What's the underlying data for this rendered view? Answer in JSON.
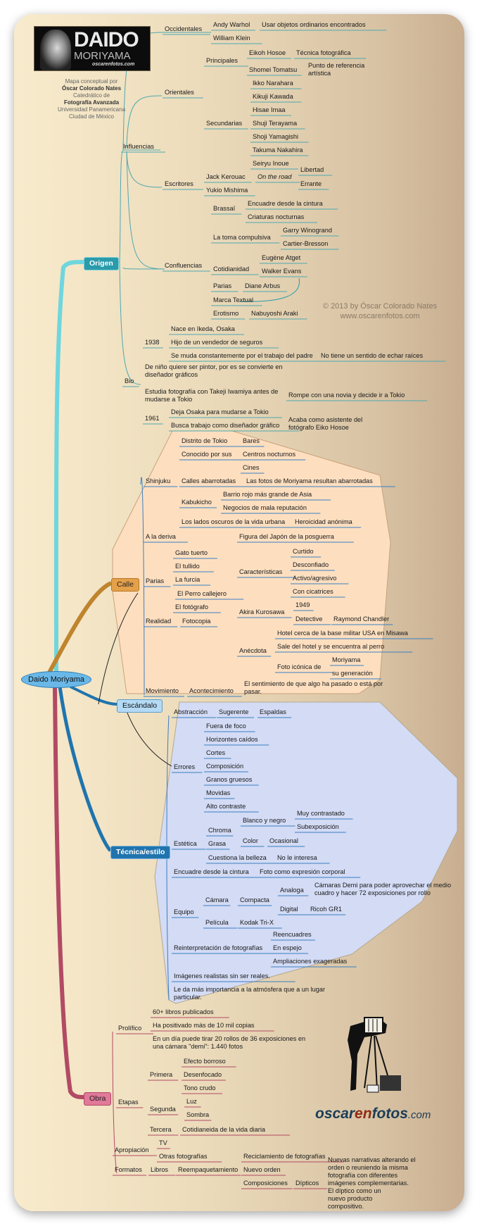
{
  "header": {
    "logo_title": "DAIDO",
    "logo_subtitle": "MORIYAMA",
    "logo_brand": "oscarenfotos.com",
    "credit_lines": [
      "Mapa conceptual por",
      "Óscar Colorado Nates",
      "Catedrático de",
      "Fotografía Avanzada",
      "Universidad Panamericana",
      "Ciudad de México"
    ]
  },
  "copyright": {
    "line1": "© 2013 by Óscar Colorado Nates",
    "line2": "www.oscarenfotos.com"
  },
  "brand": {
    "part1": "oscar",
    "part2": "en",
    "part3": "fotos",
    ".com": ".com",
    "suffix": ".com"
  },
  "colors": {
    "origen": "#2a9bab",
    "calle": "#e5a04a",
    "escandalo": "#a9d3f2",
    "tecnica": "#1f74ae",
    "obra": "#e0799a",
    "center": "#6ab8e8",
    "calle_region": "#fddfc0",
    "tecnica_region": "#d3dbf5",
    "origen_line": "#4bb0b8",
    "calle_line": "#3b7fc0",
    "obra_line": "#b24a64"
  },
  "center": {
    "label": "Daido Moriyama"
  },
  "branches": {
    "origen": "Origen",
    "calle": "Calle",
    "escandalo": "Escándalo",
    "tecnica": "Técnica/estilo",
    "obra": "Obra"
  },
  "labels": [
    [
      "Occidentales",
      234,
      36
    ],
    [
      "Andy Warhol",
      303,
      30
    ],
    [
      "Usar objetos ordinarios encontrados",
      372,
      30
    ],
    [
      "William Klein",
      303,
      49
    ],
    [
      "Principales",
      293,
      81
    ],
    [
      "Eikoh Hosoe",
      354,
      70
    ],
    [
      "Técnica fotográfica",
      421,
      70
    ],
    [
      "Shomei Tomatsu",
      354,
      94
    ],
    [
      "Orientales",
      234,
      126
    ],
    [
      "Ikko Narahara",
      359,
      113
    ],
    [
      "Kikuji Kawada",
      359,
      132
    ],
    [
      "Hisae Imaa",
      359,
      151
    ],
    [
      "Secundarias",
      293,
      170
    ],
    [
      "Shuji Terayama",
      359,
      170
    ],
    [
      "Shoji Yamagishi",
      359,
      189
    ],
    [
      "Takuma Nakahira",
      359,
      208
    ],
    [
      "Seiryu Inoue",
      359,
      227
    ],
    [
      "Influencias",
      175,
      203
    ],
    [
      "Libertad",
      427,
      236
    ],
    [
      "Jack Kerouac",
      293,
      246
    ],
    [
      "Errante",
      427,
      256
    ],
    [
      "Escritores",
      234,
      256
    ],
    [
      "Yukio Mishima",
      293,
      265
    ],
    [
      "Brassaï",
      303,
      291
    ],
    [
      "Encuadre desde la cintura",
      352,
      284
    ],
    [
      "Criaturas nocturnas",
      352,
      303
    ],
    [
      "La toma compulsiva",
      303,
      332
    ],
    [
      "Garry Winogrand",
      402,
      322
    ],
    [
      "Cartier-Bresson",
      402,
      341
    ],
    [
      "Confluencias",
      234,
      372
    ],
    [
      "Eugène Atget",
      372,
      361
    ],
    [
      "Cotidianidad",
      303,
      377
    ],
    [
      "Walker Evans",
      372,
      380
    ],
    [
      "Parias",
      303,
      401
    ],
    [
      "Diane Arbus",
      348,
      401
    ],
    [
      "Marca Textual",
      303,
      421
    ],
    [
      "Erotismo",
      303,
      440
    ],
    [
      "Nabuyoshi Araki",
      357,
      440
    ],
    [
      "Nace en Ikeda, Osaka",
      243,
      462
    ],
    [
      "1938",
      206,
      481
    ],
    [
      "Hijo de un vendedor de seguros",
      243,
      481
    ],
    [
      "Se muda constantemente por el trabajo del padre",
      243,
      500
    ],
    [
      "No tiene un sentido de echar raíces",
      456,
      500
    ],
    [
      "Bio",
      177,
      536
    ],
    [
      "Rompe con una novia y decide ir a Tokio",
      410,
      556
    ],
    [
      "1961",
      206,
      589
    ],
    [
      "Deja Osaka para mudarse a Tokio",
      243,
      580
    ],
    [
      "Busca trabajo como diseñador gráfico",
      243,
      599
    ],
    [
      "Distrito de Tokio",
      258,
      621
    ],
    [
      "Bares",
      345,
      621
    ],
    [
      "Conocido por sus",
      258,
      640
    ],
    [
      "Centros nocturnos",
      345,
      640
    ],
    [
      "Cines",
      345,
      659
    ],
    [
      "Shinjuku",
      207,
      678
    ],
    [
      "Calles abarrotadas",
      258,
      678
    ],
    [
      "Las fotos de Moriyama resultan abarrotadas",
      350,
      678
    ],
    [
      "Barrio rojo más grande de Asia",
      317,
      697
    ],
    [
      "Kabukicho",
      258,
      708
    ],
    [
      "Negocios de mala reputación",
      317,
      716
    ],
    [
      "Los lados oscuros de la vida urbana",
      258,
      736
    ],
    [
      "Heroicidad anónima",
      419,
      736
    ],
    [
      "A la deriva",
      207,
      757
    ],
    [
      "Figura del Japón de la posguerra",
      340,
      757
    ],
    [
      "Gato tuerto",
      249,
      780
    ],
    [
      "Curtido",
      416,
      778
    ],
    [
      "El tullido",
      249,
      799
    ],
    [
      "Desconfiado",
      416,
      797
    ],
    [
      "Características",
      340,
      807
    ],
    [
      "Activo/agresivo",
      416,
      816
    ],
    [
      "Parias",
      207,
      820
    ],
    [
      "La furcia",
      249,
      818
    ],
    [
      "Con cicatrices",
      416,
      835
    ],
    [
      "El Perro callejero",
      252,
      838
    ],
    [
      "1949",
      420,
      854
    ],
    [
      "El fotógrafo",
      249,
      857
    ],
    [
      "Akira Kurosawa",
      340,
      864
    ],
    [
      "Detective",
      420,
      874
    ],
    [
      "Raymond Chandler",
      474,
      874
    ],
    [
      "Realidad",
      207,
      877
    ],
    [
      "Fotocopia",
      259,
      877
    ],
    [
      "Hotel cerca de la base militar USA en Misawa",
      394,
      894
    ],
    [
      "Sale del hotel y se encuentra al perro",
      394,
      913
    ],
    [
      "Anécdota",
      340,
      919
    ],
    [
      "Moriyama",
      472,
      932
    ],
    [
      "Foto icónica de",
      394,
      942
    ],
    [
      "su generación",
      472,
      951
    ],
    [
      "Movimiento",
      207,
      976
    ],
    [
      "Acontecimiento",
      269,
      976
    ],
    [
      "Abstracción",
      247,
      1006
    ],
    [
      "Sugerente",
      311,
      1006
    ],
    [
      "Espaldas",
      369,
      1006
    ],
    [
      "Fuera de foco",
      293,
      1026
    ],
    [
      "Horizontes caídos",
      293,
      1045
    ],
    [
      "Cortes",
      293,
      1064
    ],
    [
      "Errores",
      247,
      1084
    ],
    [
      "Composición",
      293,
      1083
    ],
    [
      "Granos gruesos",
      293,
      1102
    ],
    [
      "Movidas",
      293,
      1121
    ],
    [
      "Alto contraste",
      293,
      1140
    ],
    [
      "Muy contrastado",
      422,
      1150
    ],
    [
      "Blanco y negro",
      345,
      1160
    ],
    [
      "Subexposición",
      422,
      1169
    ],
    [
      "Chroma",
      296,
      1174
    ],
    [
      "Estética",
      247,
      1193
    ],
    [
      "Grasa",
      296,
      1193
    ],
    [
      "Color",
      345,
      1189
    ],
    [
      "Ocasional",
      383,
      1189
    ],
    [
      "Cuestiona la belleza",
      296,
      1213
    ],
    [
      "No le interesa",
      394,
      1213
    ],
    [
      "Encuadre desde la cintura",
      247,
      1233
    ],
    [
      "Foto como expresión corporal",
      369,
      1233
    ],
    [
      "Analoga",
      398,
      1259
    ],
    [
      "Cámara",
      292,
      1273
    ],
    [
      "Compacta",
      341,
      1273
    ],
    [
      "Digital",
      398,
      1286
    ],
    [
      "Ricoh GR1",
      441,
      1286
    ],
    [
      "Equipo",
      247,
      1290
    ],
    [
      "Película",
      292,
      1305
    ],
    [
      "Kodak Tri-X",
      341,
      1305
    ],
    [
      "Reencuadres",
      388,
      1322
    ],
    [
      "Reinterpretación de fotografías",
      247,
      1341
    ],
    [
      "En espejo",
      388,
      1341
    ],
    [
      "Ampliaciones exageradas",
      388,
      1360
    ],
    [
      "Imágenes realistas sin ser reales.",
      247,
      1381
    ],
    [
      "60+ libros publicados",
      217,
      1432
    ],
    [
      "Prolífico",
      168,
      1455
    ],
    [
      "Ha positivado más de 10 mil copias",
      217,
      1451
    ],
    [
      "Efecto borroso",
      261,
      1502
    ],
    [
      "Primera",
      213,
      1521
    ],
    [
      "Desenfocado",
      261,
      1521
    ],
    [
      "Tono crudo",
      261,
      1540
    ],
    [
      "Etapas",
      168,
      1560
    ],
    [
      "Luz",
      265,
      1559
    ],
    [
      "Segunda",
      213,
      1570
    ],
    [
      "Sombra",
      265,
      1578
    ],
    [
      "Tercera",
      213,
      1599
    ],
    [
      "Cotidianeida de la vida diaria",
      259,
      1599
    ],
    [
      "TV",
      226,
      1618
    ],
    [
      "Apropiación",
      163,
      1628
    ],
    [
      "Otras fotografías",
      226,
      1637
    ],
    [
      "Reciclamiento de fotografías",
      346,
      1637
    ],
    [
      "Formatos",
      163,
      1656
    ],
    [
      "Libros",
      214,
      1656
    ],
    [
      "Reempaquetamiento",
      253,
      1656
    ],
    [
      "Nuevo orden",
      346,
      1656
    ],
    [
      "Composiciones",
      346,
      1675
    ],
    [
      "Dípticos",
      420,
      1675
    ]
  ],
  "labels_italic": [
    [
      "On the road",
      366,
      246
    ]
  ],
  "labels_wrapped": [
    [
      "Punto de referencia artística",
      438,
      88,
      90
    ],
    [
      "De niño quiere ser pintor, por es se convierte en diseñador gráficos",
      206,
      516,
      200
    ],
    [
      "Estudia fotografía con Takeji Iwamiya antes de mudarse a Tokio",
      206,
      551,
      200
    ],
    [
      "Acaba como asistente del fotógrafo Eiko Hosoe",
      410,
      591,
      120
    ],
    [
      "El sentimiento de que algo ha pasado o está por pasar.",
      347,
      966,
      200
    ],
    [
      "Cámaras Demi para poder aprovechar el medio cuadro y hacer 72 exposiciones por rollo",
      447,
      1252,
      200
    ],
    [
      "Le da más importancia a la atmósfera que a un lugar particular.",
      247,
      1400,
      215
    ],
    [
      "En un día puede tirar 20 rollos de 36 exposiciones en una cámara \"demi\": 1.440 fotos",
      217,
      1470,
      225
    ],
    [
      "Nuevas narrativas alterando el orden o reuniendo la misma fotografía con diferentes imágenes complementarias.",
      466,
      1642,
      132
    ],
    [
      "El díptico como un nuevo producto compositivo.",
      466,
      1686,
      100
    ]
  ]
}
